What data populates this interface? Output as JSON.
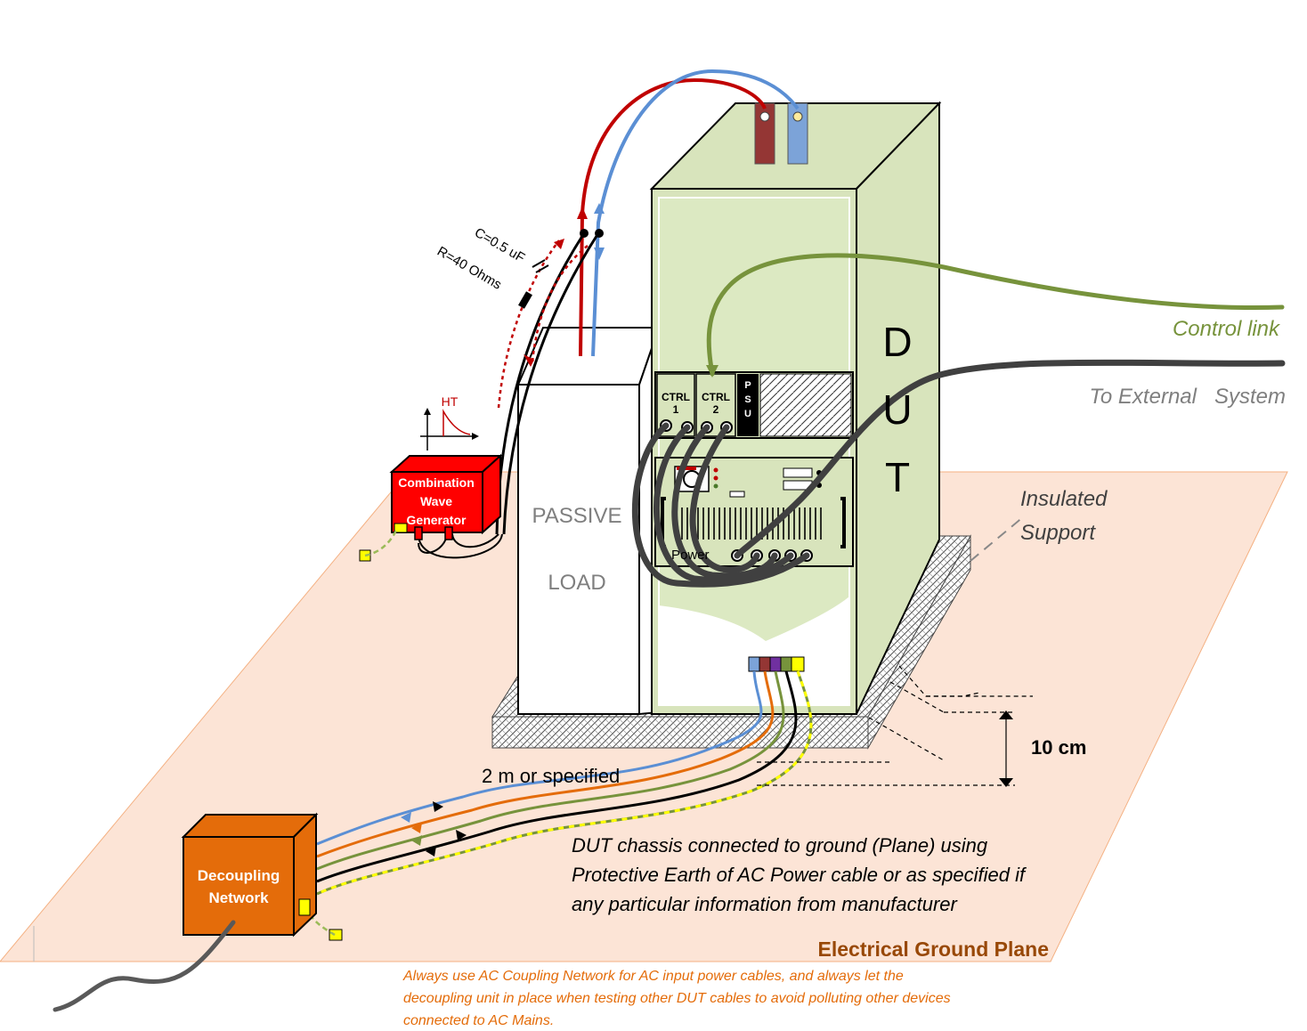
{
  "dut": {
    "label_d": "D",
    "label_u": "U",
    "label_t": "T"
  },
  "passive_load": {
    "line1": "PASSIVE",
    "line2": "LOAD"
  },
  "cwg": {
    "line1": "Combination",
    "line2": "Wave",
    "line3": "Generator",
    "ht_label": "HT"
  },
  "coupling": {
    "capacitor": "C=0.5 uF",
    "resistor": "R=40 Ohms"
  },
  "modules": {
    "ctrl1_a": "CTRL",
    "ctrl1_b": "1",
    "ctrl2_a": "CTRL",
    "ctrl2_b": "2",
    "psu": [
      "P",
      "S",
      "U"
    ],
    "power": "Power"
  },
  "links": {
    "control": "Control link",
    "external": "To External   System"
  },
  "support": {
    "line1": "Insulated",
    "line2": "Support"
  },
  "height": "10 cm",
  "cable_length": "2 m or specified",
  "decoupling": {
    "line1": "Decoupling",
    "line2": "Network"
  },
  "chassis_note": [
    "DUT chassis connected to ground (Plane) using",
    "Protective Earth of AC Power cable or as specified if",
    "any particular information from manufacturer"
  ],
  "ground_plane": "Electrical Ground Plane",
  "footnote": [
    "Always use AC Coupling Network for AC input power cables, and always let the",
    "decoupling unit in place when testing other DUT cables to avoid polluting other devices",
    "connected to AC Mains."
  ],
  "colors": {
    "plane": "#fce4d6",
    "dut_green": "#d8e4bc",
    "red": "#c00000",
    "blue": "#5b8fd4",
    "control_green": "#77933c",
    "orange": "#e46c0a",
    "cwg_red": "#ff0000",
    "label_brown": "#984807"
  }
}
